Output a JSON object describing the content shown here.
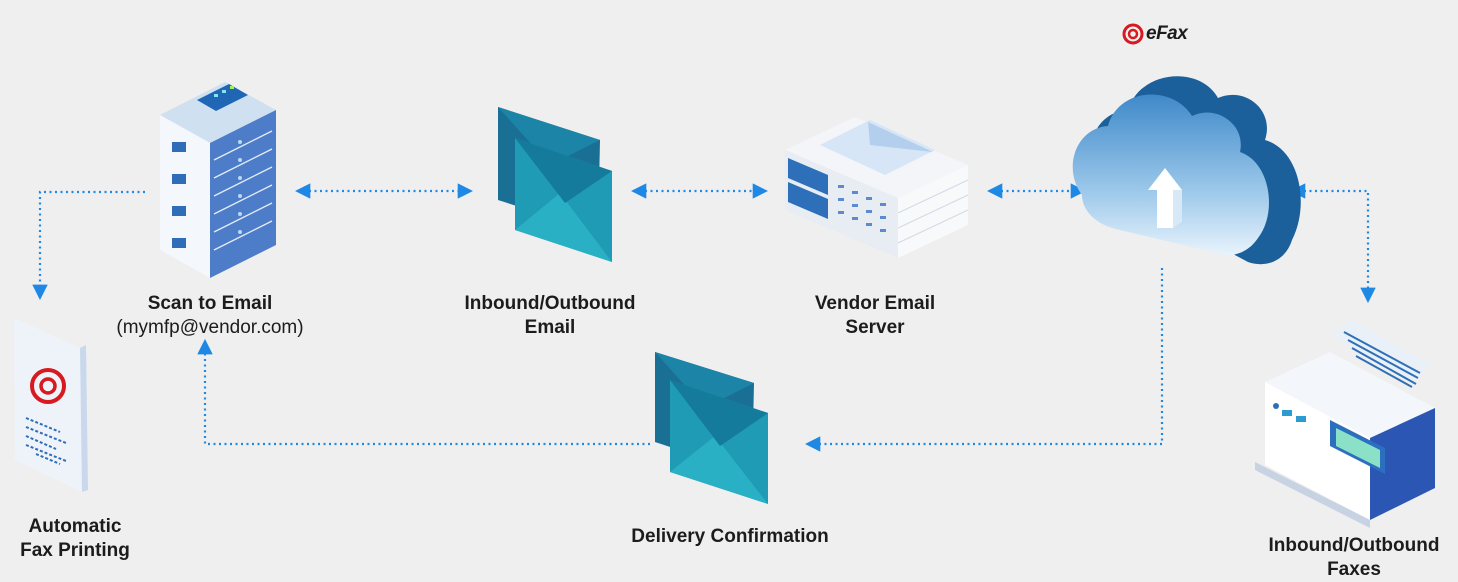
{
  "brand": {
    "logo_text": "eFax",
    "accent_color": "#d71920"
  },
  "colors": {
    "connector": "#1e88e5",
    "envelope_front": "#1f9bb5",
    "envelope_back": "#1a6f94",
    "cloud": "#2f7fbf"
  },
  "nodes": {
    "scan_to_email": {
      "title": "Scan to Email",
      "subtitle": "(mymfp@vendor.com)",
      "icon": "server-rack-icon"
    },
    "inbound_outbound_email": {
      "title_line1": "Inbound/Outbound",
      "title_line2": "Email",
      "icon": "envelope-stack-icon"
    },
    "vendor_email_server": {
      "title_line1": "Vendor Email",
      "title_line2": "Server",
      "icon": "email-server-icon"
    },
    "efax_cloud": {
      "icon": "cloud-upload-icon"
    },
    "automatic_fax_printing": {
      "title_line1": "Automatic",
      "title_line2": "Fax Printing",
      "icon": "printed-fax-document-icon"
    },
    "delivery_confirmation": {
      "title": "Delivery Confirmation",
      "icon": "envelope-stack-icon"
    },
    "inbound_outbound_faxes": {
      "title_line1": "Inbound/Outbound",
      "title_line2": "Faxes",
      "icon": "fax-machine-icon"
    }
  }
}
